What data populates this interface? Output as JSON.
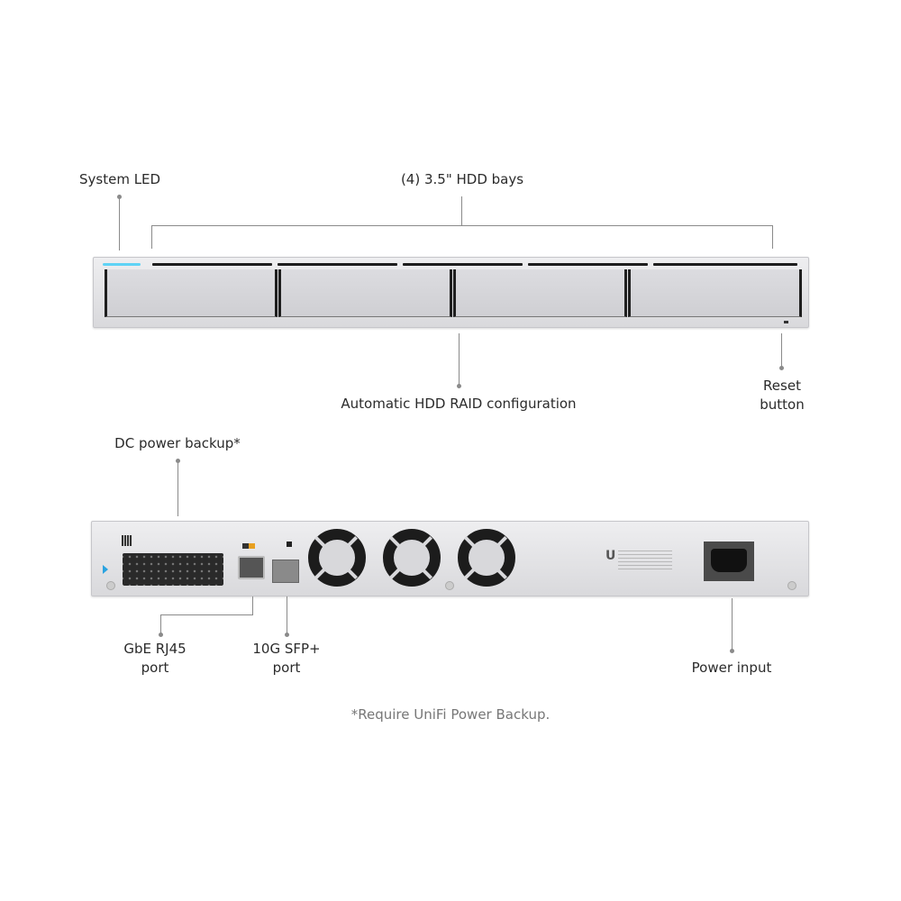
{
  "callouts": {
    "system_led": "System LED",
    "hdd_bays": "(4) 3.5\" HDD bays",
    "raid": "Automatic HDD RAID configuration",
    "reset_line1": "Reset",
    "reset_line2": "button",
    "dc_power": "DC power backup*",
    "gbe_line1": "GbE RJ45",
    "gbe_line2": "port",
    "sfp_line1": "10G SFP+",
    "sfp_line2": "port",
    "power_input": "Power input"
  },
  "footnote": "*Require UniFi Power Backup.",
  "colors": {
    "led": "#5fd3f5",
    "leader_line": "#8a8a8a",
    "panel": "#e4e4e7"
  },
  "hdd_bay_count": 4,
  "fan_count": 3
}
